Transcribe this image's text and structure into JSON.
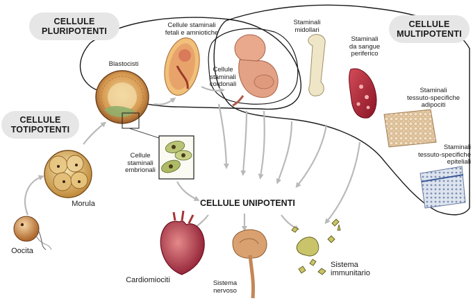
{
  "categories": {
    "pluripotent": [
      "CELLULE",
      "PLURIPOTENTI"
    ],
    "multipotent": [
      "CELLULE",
      "MULTIPOTENTI"
    ],
    "totipotent": [
      "CELLULE",
      "TOTIPOTENTI"
    ],
    "unipotent": "CELLULE UNIPOTENTI"
  },
  "labels": {
    "oocita": [
      "Oocita"
    ],
    "morula": [
      "Morula"
    ],
    "blastocisti": [
      "Blastocisti"
    ],
    "fetali": [
      "Cellule staminali",
      "fetali e amniotiche"
    ],
    "cordonali": [
      "Cellule",
      "staminali",
      "cordonali"
    ],
    "embrionali": [
      "Cellule",
      "staminali",
      "embrionali"
    ],
    "midollari": [
      "Staminali",
      "midollari"
    ],
    "sangue": [
      "Staminali",
      "da sangue",
      "periferico"
    ],
    "adipociti": [
      "Staminali",
      "tessuto-specifiche",
      "adipociti"
    ],
    "epiteliali": [
      "Staminali",
      "tessuto-specifiche",
      "epiteliali"
    ],
    "cardiomiociti": [
      "Cardiomiociti"
    ],
    "nervoso": [
      "Sistema",
      "nervoso"
    ],
    "immunitario": [
      "Sistema",
      "immunitario"
    ]
  },
  "colors": {
    "outline": "#1a1a1a",
    "arrow": "#b9b9b9",
    "pill": "#e6e6e6",
    "heart": "#b9354a",
    "brain": "#d9a070",
    "fetus": "#e7a98c",
    "bone": "#efe6c8",
    "vessel": "#b3263a",
    "immune": "#c9c46a"
  }
}
